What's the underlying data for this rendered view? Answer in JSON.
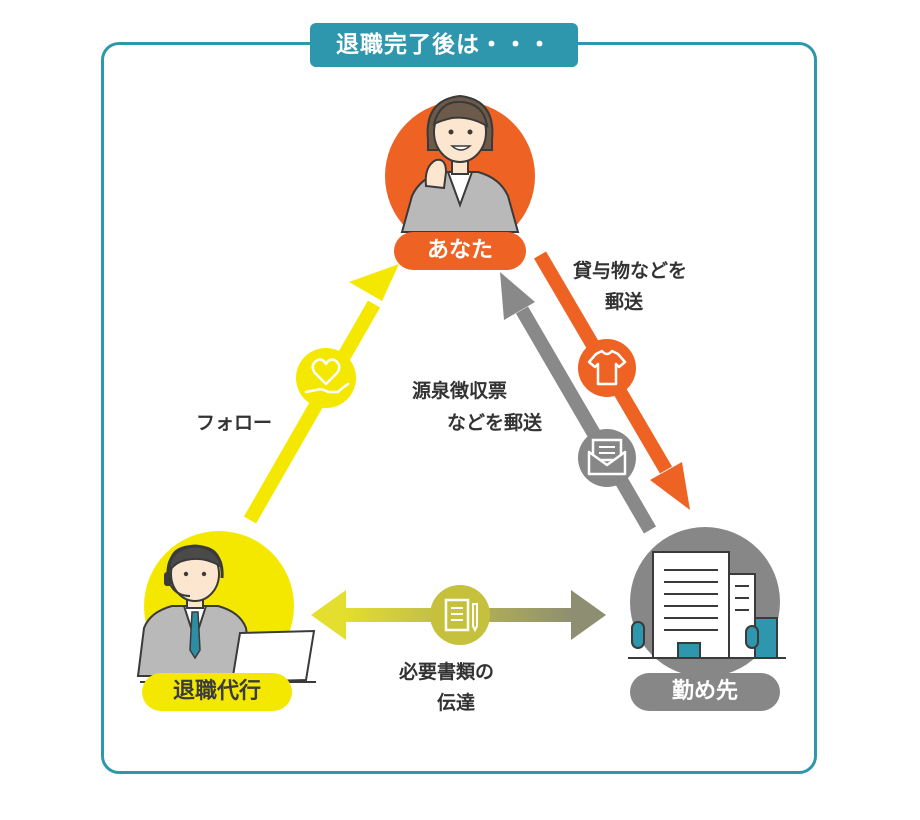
{
  "title": "退職完了後は・・・",
  "nodes": {
    "you": "あなた",
    "agency": "退職代行",
    "employer": "勤め先"
  },
  "edges": {
    "follow": "フォロー",
    "tax_line1": "源泉徴収票",
    "tax_line2": "などを郵送",
    "loan_line1": "貸与物などを",
    "loan_line2": "郵送",
    "docs_line1": "必要書類の",
    "docs_line2": "伝達"
  },
  "colors": {
    "frame": "#2f97ad",
    "you": "#ee6323",
    "agency": "#f5e800",
    "employer": "#878787",
    "docs_arrow_start": "#e4df2e",
    "docs_arrow_end": "#8e8e72",
    "doc_icon": "#c6c13c"
  },
  "icons": {
    "follow": "heart-hand-icon",
    "tax": "envelope-letter-icon",
    "loan": "tshirt-icon",
    "docs": "document-pen-icon"
  }
}
